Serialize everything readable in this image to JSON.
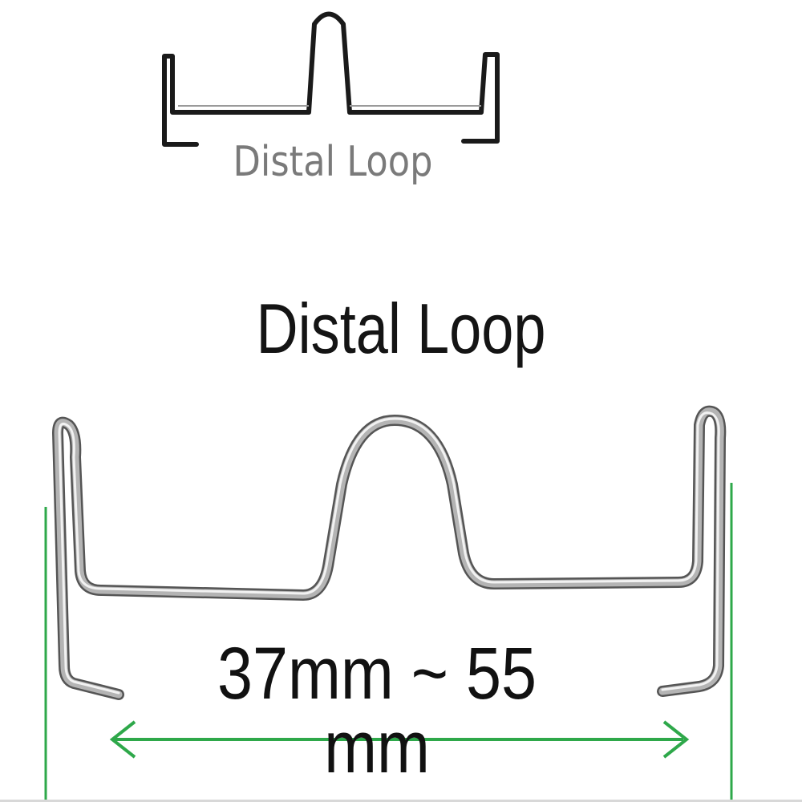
{
  "figure": {
    "small_diagram": {
      "label": "Distal Loop",
      "label_color": "#7a7a7a",
      "wire_color": "#1a1a1a"
    },
    "main_figure": {
      "title": "Distal Loop",
      "dimension_text": "37mm ~ 55 mm",
      "dimension_color": "#2ea84a",
      "wire_color": "#9a9a9a"
    }
  }
}
